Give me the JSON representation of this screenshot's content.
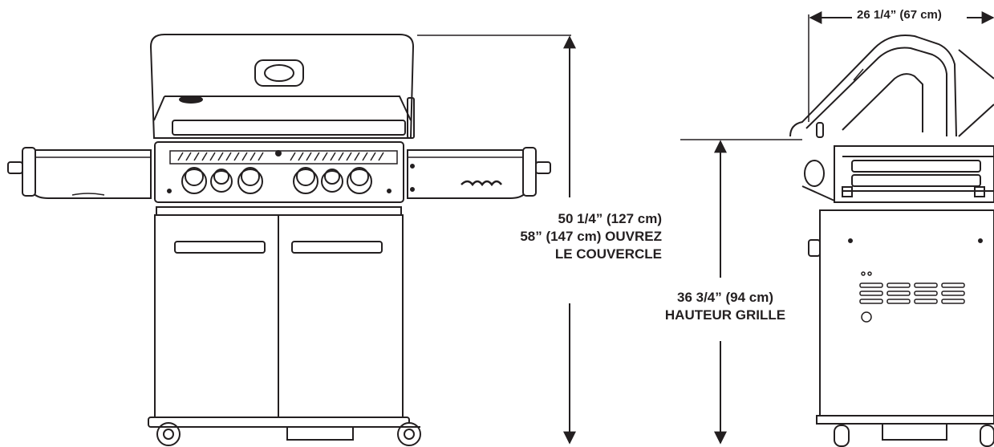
{
  "dimensions": {
    "overall_height": {
      "line1": "50 1/4” (127 cm)",
      "line2": "58” (147 cm) OUVREZ",
      "line3": "LE COUVERCLE"
    },
    "grill_height": {
      "line1": "36 3/4” (94 cm)",
      "line2": "HAUTEUR GRILLE"
    },
    "depth": {
      "line1": "26 1/4” (67 cm)"
    }
  },
  "colors": {
    "line": "#231f20",
    "fill": "#ffffff",
    "shade": "#e6e6e6"
  },
  "icons": [
    "front-view-grill",
    "side-view-grill",
    "dimension-arrow"
  ]
}
